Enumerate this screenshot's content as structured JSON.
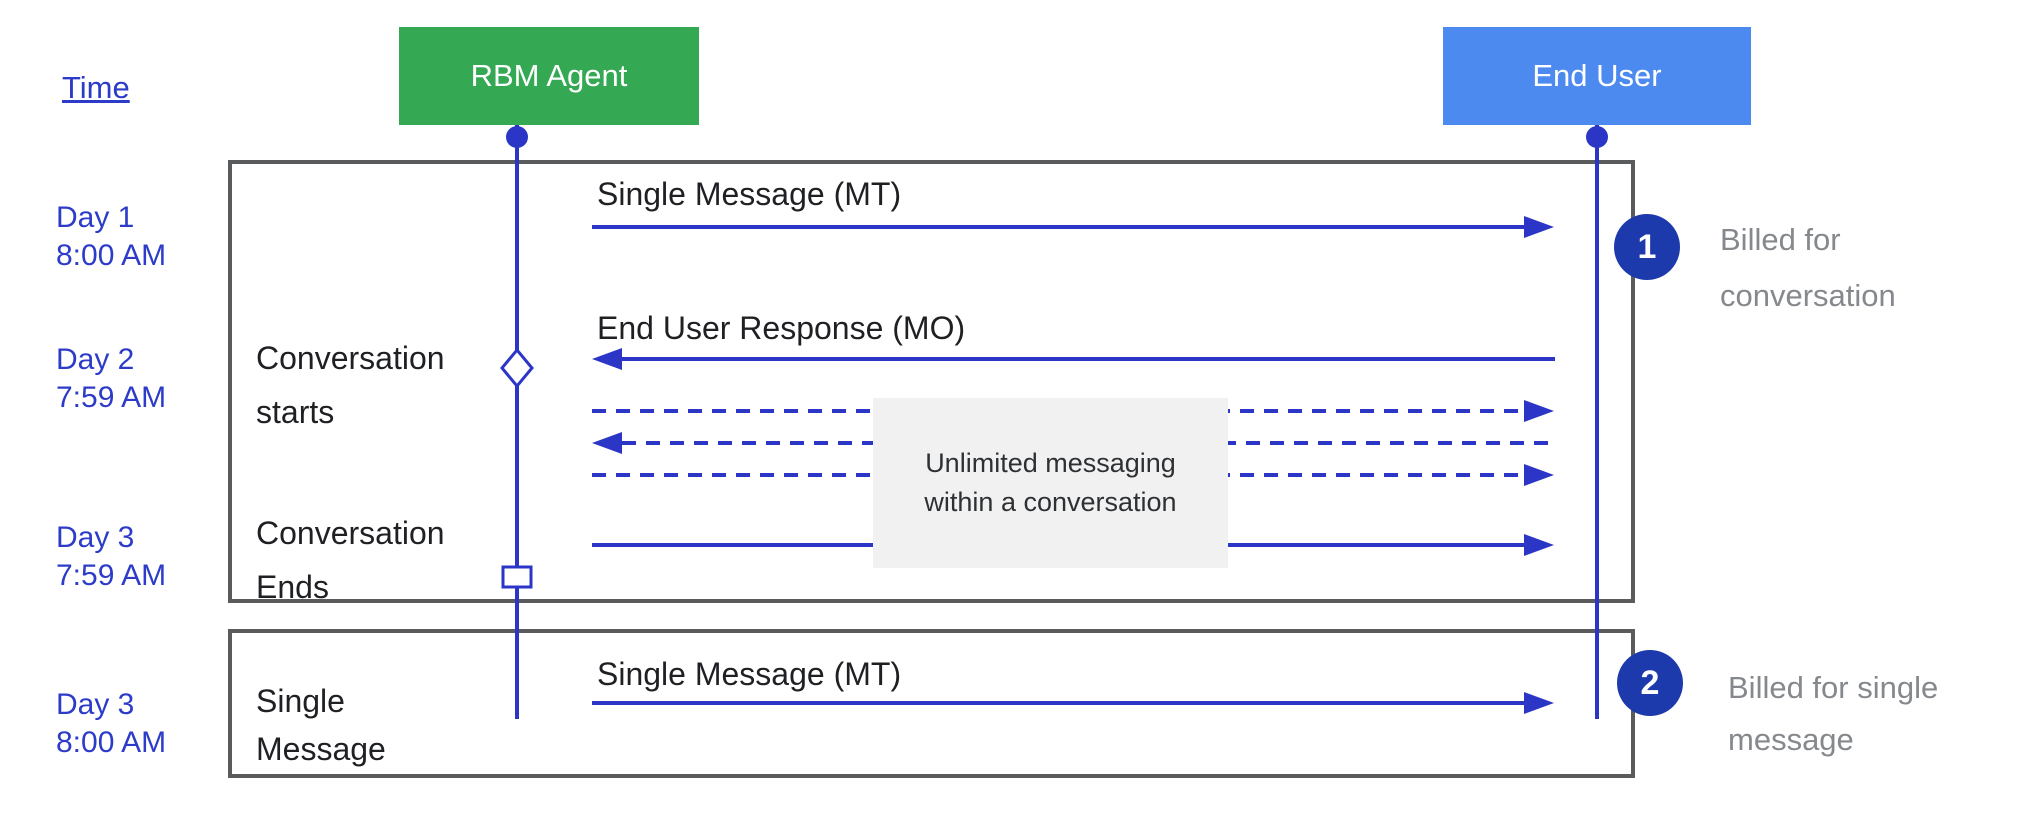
{
  "header": {
    "time_label": "Time",
    "rbm_agent_label": "RBM Agent",
    "end_user_label": "End User"
  },
  "timeline": [
    {
      "lines": [
        "Day 1",
        "8:00 AM"
      ]
    },
    {
      "lines": [
        "Day 2",
        "7:59 AM"
      ]
    },
    {
      "lines": [
        "Day 3",
        "7:59 AM"
      ]
    },
    {
      "lines": [
        "Day 3",
        "8:00 AM"
      ]
    }
  ],
  "phase_labels": {
    "conversation_starts": {
      "lines": [
        "Conversation",
        "starts"
      ]
    },
    "conversation_ends": {
      "lines": [
        "Conversation",
        "Ends"
      ]
    },
    "single_message": {
      "lines": [
        "Single",
        "Message"
      ]
    }
  },
  "messages": {
    "mt_conversation": "Single Message (MT)",
    "mo_response": "End User Response (MO)",
    "mt_single": "Single Message (MT)"
  },
  "note": {
    "lines": [
      "Unlimited messaging",
      "within a conversation"
    ]
  },
  "billing": [
    {
      "number": "1",
      "caption_lines": [
        "Billed for",
        "conversation"
      ]
    },
    {
      "number": "2",
      "caption_lines": [
        "Billed for single",
        "message"
      ]
    }
  ],
  "colors": {
    "agent-green": "#34a853",
    "end-user-blue": "#4d8af0",
    "line-blue": "#2b36c6",
    "label-blue": "#2d3bc9",
    "badge-blue": "#1d3aad",
    "border-gray": "#5a5b5d",
    "caption-gray": "#85888c",
    "note-bg": "#f1f1f1",
    "text-dark": "#1f2023"
  }
}
